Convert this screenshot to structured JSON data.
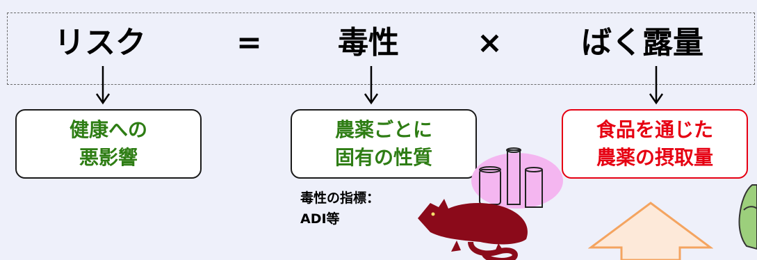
{
  "formula": {
    "risk": "リスク",
    "equals": "=",
    "toxicity": "毒性",
    "times": "×",
    "exposure": "ばく露量"
  },
  "boxes": {
    "health": [
      "健康への",
      "悪影響"
    ],
    "property": [
      "農薬ごとに",
      "固有の性質"
    ],
    "intake": [
      "食品を通じた",
      "農薬の摂取量"
    ]
  },
  "note": [
    "毒性の指標：",
    "ADI等"
  ],
  "colors": {
    "background": "#eef0fa",
    "green_text": "#2e7d14",
    "red_accent": "#e60012",
    "arrow_up_fill": "#fde9d9",
    "arrow_up_stroke": "#f4a460",
    "rat": "#8b0a1a",
    "flask_bg": "#f4b6f0"
  }
}
